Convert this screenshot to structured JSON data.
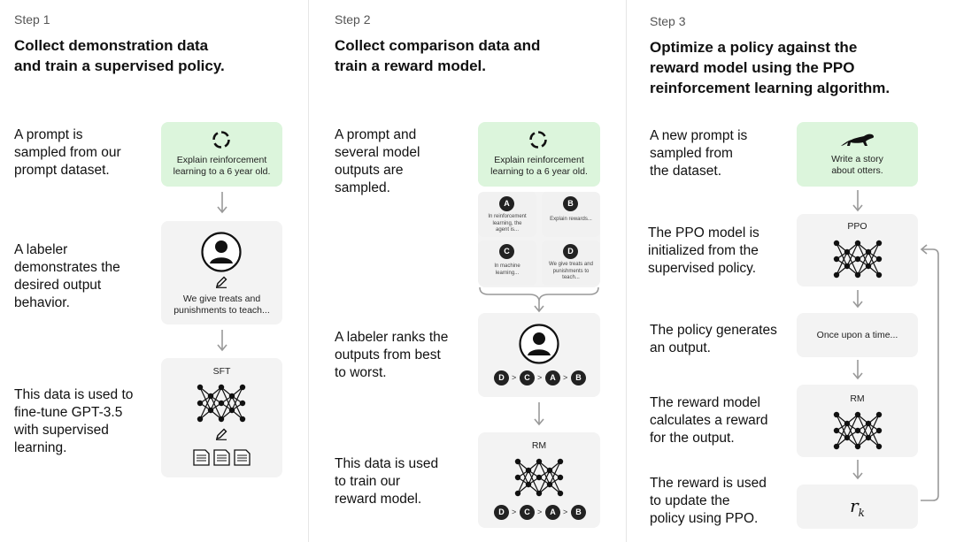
{
  "step1": {
    "step": "Step 1",
    "title_line1": "Collect demonstration data",
    "title_line2": "and train a supervised policy.",
    "desc1": [
      "A prompt is",
      "sampled from our",
      "prompt dataset."
    ],
    "desc2": [
      "A labeler",
      "demonstrates the",
      "desired output",
      "behavior."
    ],
    "desc3": [
      "This data is used to",
      "fine-tune GPT-3.5",
      "with supervised",
      "learning."
    ],
    "prompt_card": [
      "Explain reinforcement",
      "learning to a 6 year old."
    ],
    "demo_card": [
      "We give treats and",
      "punishments to teach..."
    ],
    "model_label": "SFT"
  },
  "step2": {
    "step": "Step 2",
    "title_line1": "Collect comparison data and",
    "title_line2": "train a reward model.",
    "desc1": [
      "A prompt and",
      "several model",
      "outputs are",
      "sampled."
    ],
    "desc2": [
      "A labeler ranks the",
      "outputs from best",
      "to worst."
    ],
    "desc3": [
      "This data is used",
      "to train our",
      "reward model."
    ],
    "prompt_card": [
      "Explain reinforcement",
      "learning to a 6 year old."
    ],
    "outputs": [
      {
        "letter": "A",
        "text": [
          "In reinforcement",
          "learning, the",
          "agent is..."
        ]
      },
      {
        "letter": "B",
        "text": [
          "Explain rewards..."
        ]
      },
      {
        "letter": "C",
        "text": [
          "In machine",
          "learning..."
        ]
      },
      {
        "letter": "D",
        "text": [
          "We give treats and",
          "punishments to",
          "teach..."
        ]
      }
    ],
    "ranking": [
      "D",
      ">",
      "C",
      ">",
      "A",
      ">",
      "B"
    ],
    "model_label": "RM"
  },
  "step3": {
    "step": "Step 3",
    "title_line1": "Optimize a policy against the",
    "title_line2": "reward model using the PPO",
    "title_line3": "reinforcement learning algorithm.",
    "desc1": [
      "A new prompt is",
      "sampled from",
      "the dataset."
    ],
    "desc2": [
      "The PPO model is",
      "initialized from the",
      "supervised policy."
    ],
    "desc3": [
      "The policy generates",
      "an output."
    ],
    "desc4": [
      "The reward model",
      "calculates a reward",
      "for the output."
    ],
    "desc5": [
      "The reward is used",
      "to update the",
      "policy using PPO."
    ],
    "prompt_card": [
      "Write a story",
      "about otters."
    ],
    "ppo_label": "PPO",
    "output_text": "Once upon a time...",
    "rm_label": "RM",
    "reward_symbol": "r",
    "reward_sub": "k"
  },
  "colors": {
    "green": "#dcf5dc",
    "card": "#f3f3f3",
    "arrow": "#999999"
  }
}
